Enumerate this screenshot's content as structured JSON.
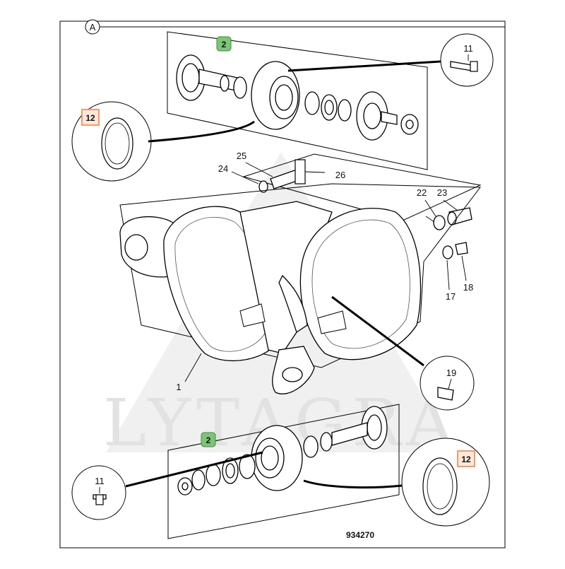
{
  "diagram": {
    "view_label": "A",
    "drawing_number": "934270",
    "watermark": "LYTAGRA",
    "colors": {
      "green_badge": "#7cc576",
      "orange_badge": "#f47b36",
      "orange_fill": "#fde9dc",
      "line": "#000000"
    },
    "callouts": {
      "c1": "1",
      "c2_top": "2",
      "c2_bottom": "2",
      "c11_top": "11",
      "c11_bottom": "11",
      "c12_top": "12",
      "c12_bottom": "12",
      "c17": "17",
      "c18": "18",
      "c19": "19",
      "c22": "22",
      "c23": "23",
      "c24": "24",
      "c25": "25",
      "c26": "26"
    }
  }
}
